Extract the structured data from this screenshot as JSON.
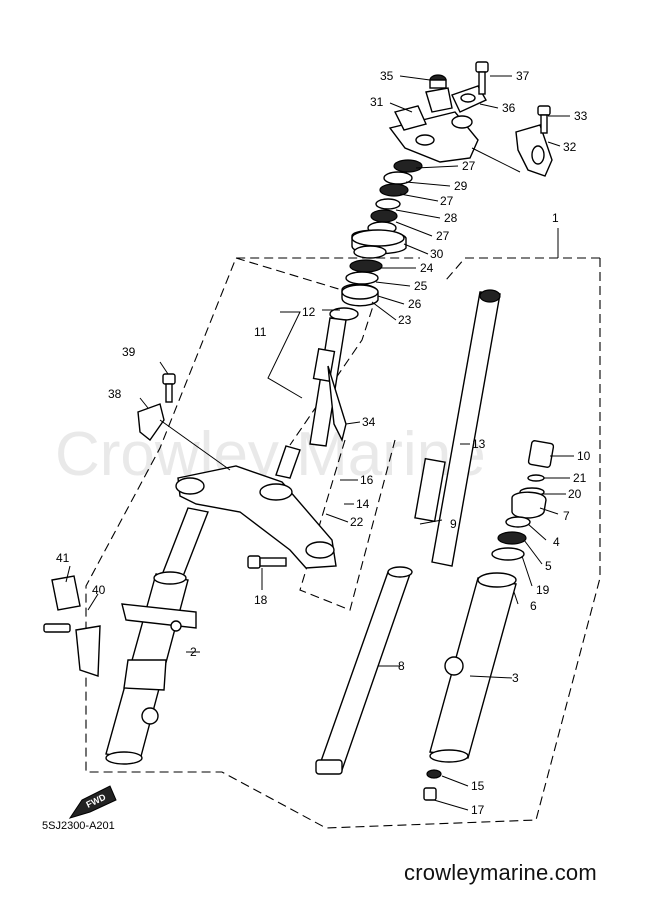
{
  "diagram_code": "5SJ2300-A201",
  "site_url": "crowleymarine.com",
  "watermark": "Crowley Marine",
  "fwd_label": "FWD",
  "callouts": [
    {
      "id": "c1",
      "label": "1"
    },
    {
      "id": "c2",
      "label": "2"
    },
    {
      "id": "c3",
      "label": "3"
    },
    {
      "id": "c4",
      "label": "4"
    },
    {
      "id": "c5",
      "label": "5"
    },
    {
      "id": "c6",
      "label": "6"
    },
    {
      "id": "c7",
      "label": "7"
    },
    {
      "id": "c8",
      "label": "8"
    },
    {
      "id": "c9",
      "label": "9"
    },
    {
      "id": "c10",
      "label": "10"
    },
    {
      "id": "c11",
      "label": "11"
    },
    {
      "id": "c12",
      "label": "12"
    },
    {
      "id": "c13",
      "label": "13"
    },
    {
      "id": "c14",
      "label": "14"
    },
    {
      "id": "c15",
      "label": "15"
    },
    {
      "id": "c16",
      "label": "16"
    },
    {
      "id": "c17",
      "label": "17"
    },
    {
      "id": "c18",
      "label": "18"
    },
    {
      "id": "c19",
      "label": "19"
    },
    {
      "id": "c20",
      "label": "20"
    },
    {
      "id": "c21",
      "label": "21"
    },
    {
      "id": "c22",
      "label": "22"
    },
    {
      "id": "c23",
      "label": "23"
    },
    {
      "id": "c24",
      "label": "24"
    },
    {
      "id": "c25",
      "label": "25"
    },
    {
      "id": "c26",
      "label": "26"
    },
    {
      "id": "c27a",
      "label": "27"
    },
    {
      "id": "c27b",
      "label": "27"
    },
    {
      "id": "c27c",
      "label": "27"
    },
    {
      "id": "c28",
      "label": "28"
    },
    {
      "id": "c29",
      "label": "29"
    },
    {
      "id": "c30",
      "label": "30"
    },
    {
      "id": "c31",
      "label": "31"
    },
    {
      "id": "c32",
      "label": "32"
    },
    {
      "id": "c33",
      "label": "33"
    },
    {
      "id": "c34",
      "label": "34"
    },
    {
      "id": "c35",
      "label": "35"
    },
    {
      "id": "c36",
      "label": "36"
    },
    {
      "id": "c37",
      "label": "37"
    },
    {
      "id": "c38",
      "label": "38"
    },
    {
      "id": "c39",
      "label": "39"
    },
    {
      "id": "c40",
      "label": "40"
    },
    {
      "id": "c41",
      "label": "41"
    }
  ]
}
